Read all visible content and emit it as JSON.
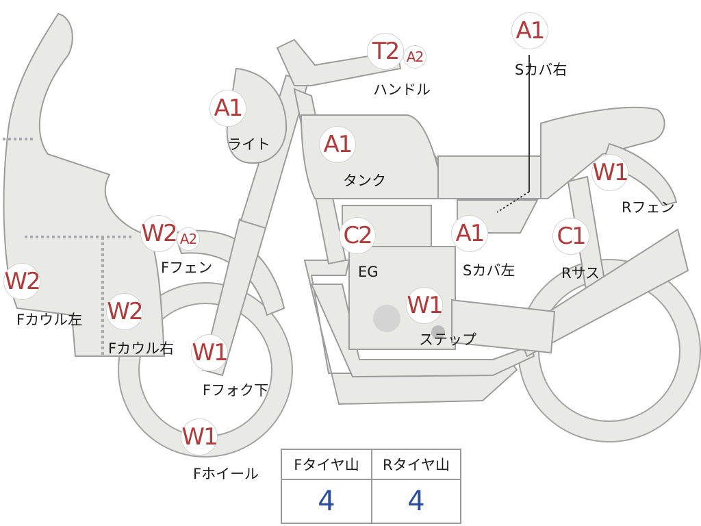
{
  "parts": [
    {
      "id": "light",
      "codes": [
        "A1"
      ],
      "label": "ライト"
    },
    {
      "id": "handle",
      "codes": [
        "T2",
        "A2"
      ],
      "label": "ハンドル"
    },
    {
      "id": "side-cover-r",
      "codes": [
        "A1"
      ],
      "label": "Sカバ右"
    },
    {
      "id": "tank",
      "codes": [
        "A1"
      ],
      "label": "タンク"
    },
    {
      "id": "rear-fender",
      "codes": [
        "W1"
      ],
      "label": "Rフェン"
    },
    {
      "id": "front-fender",
      "codes": [
        "W2",
        "A2"
      ],
      "label": "Fフェン"
    },
    {
      "id": "engine",
      "codes": [
        "C2"
      ],
      "label": "EG"
    },
    {
      "id": "side-cover-l",
      "codes": [
        "A1"
      ],
      "label": "Sカバ左"
    },
    {
      "id": "rear-susp",
      "codes": [
        "C1"
      ],
      "label": "Rサス"
    },
    {
      "id": "cowl-left",
      "codes": [
        "W2"
      ],
      "label": "Fカウル左"
    },
    {
      "id": "cowl-right",
      "codes": [
        "W2"
      ],
      "label": "Fカウル右"
    },
    {
      "id": "step",
      "codes": [
        "W1"
      ],
      "label": "ステップ"
    },
    {
      "id": "fork-lower",
      "codes": [
        "W1"
      ],
      "label": "Fフォク下"
    },
    {
      "id": "front-wheel",
      "codes": [
        "W1"
      ],
      "label": "Fホイール"
    }
  ],
  "tire_table": {
    "front_label": "Fタイヤ山",
    "rear_label": "Rタイヤ山",
    "front_value": "4",
    "rear_value": "4"
  }
}
